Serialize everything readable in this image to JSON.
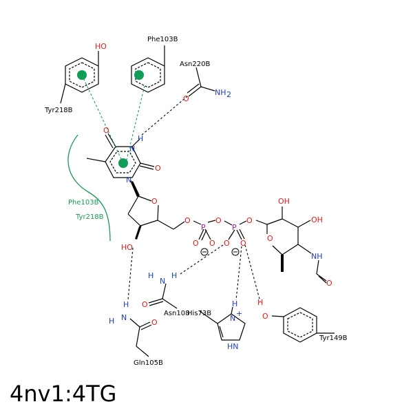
{
  "title": "4nv1:4TG",
  "atoms": {
    "O": "O",
    "N": "N",
    "H": "H",
    "P": "P",
    "HO": "HO",
    "OH": "OH",
    "NH": "NH",
    "NH2": "NH",
    "HN": "HN",
    "H2": "2",
    "plus": "+"
  },
  "residues": {
    "phe103_top": "Phe103B",
    "asn220": "Asn220B",
    "tyr218_top": "Tyr218B",
    "phe103_green": "Phe103B",
    "tyr218_green": "Tyr218B",
    "asn108": "Asn108",
    "his73": "His73B",
    "tyr149": "Tyr149B",
    "gln105": "Gln105B"
  },
  "colors": {
    "carbon": "#000000",
    "oxygen": "#e41a1c",
    "nitrogen": "#1f3dbf",
    "phosphorus": "#a0209a",
    "hydrophobic": "#1a9850",
    "pi_center": "#0f9d58"
  }
}
